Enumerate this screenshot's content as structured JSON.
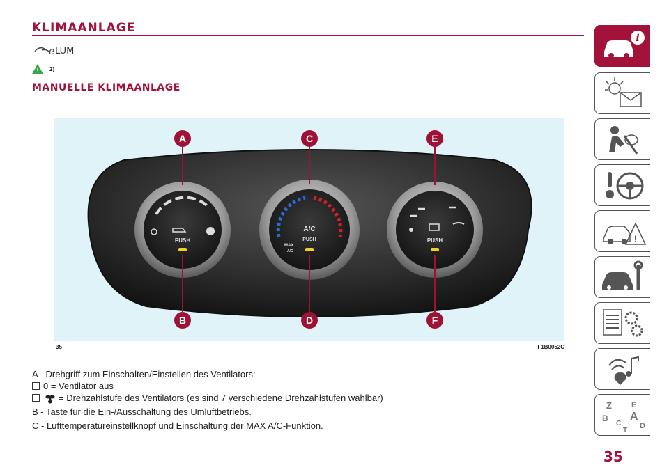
{
  "header": {
    "section_title": "KLIMAANLAGE",
    "warning_ref": "2)",
    "subsection_title": "MANUELLE KLIMAANLAGE"
  },
  "figure": {
    "number": "35",
    "code": "F1B0052C",
    "callouts": [
      "A",
      "B",
      "C",
      "D",
      "E",
      "F"
    ],
    "knob_labels": {
      "left_push": "PUSH",
      "center_top": "A/C",
      "center_push": "PUSH",
      "center_max_line1": "MAX",
      "center_max_line2": "A/C",
      "right_push": "PUSH"
    }
  },
  "body": {
    "line_a": "A - Drehgriff zum Einschalten/Einstellen des Ventilators:",
    "bullet_1": "0 = Ventilator aus",
    "bullet_2": "= Drehzahlstufe des Ventilators (es sind 7 verschiedene Drehzahlstufen wählbar)",
    "line_b": "B - Taste für die Ein-/Ausschaltung des Umluftbetriebs.",
    "line_c": "C - Lufttemperatureinstellknopf und Einschaltung der MAX A/C-Funktion."
  },
  "sidebar": {
    "tabs": [
      "car-info-icon",
      "lights-message-icon",
      "safety-airbag-icon",
      "steering-wheel-icon",
      "car-crash-warning-icon",
      "car-service-tools-icon",
      "list-gears-icon",
      "multimedia-music-icon",
      "alphabet-index-icon"
    ],
    "index_letters": [
      "Z",
      "E",
      "B",
      "A",
      "C",
      "D",
      "T"
    ]
  },
  "page_number": "35",
  "colors": {
    "brand": "#a3123a",
    "callout": "#9e1335",
    "figure_bg": "#dff3f8",
    "panel": "#2a2a2a"
  }
}
